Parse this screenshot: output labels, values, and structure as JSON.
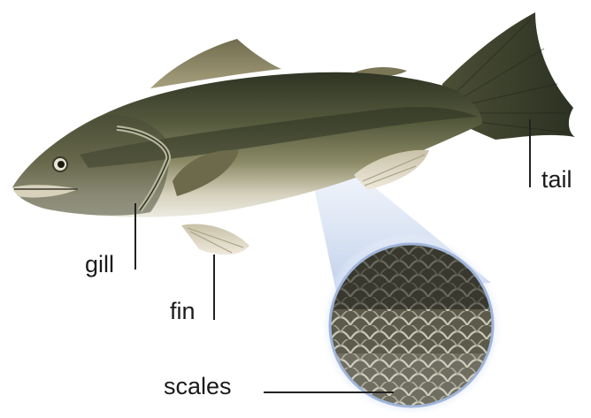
{
  "labels": {
    "gill": "gill",
    "fin": "fin",
    "tail": "tail",
    "scales": "scales"
  },
  "colors": {
    "body_dark": "#3f4430",
    "body_mid": "#7a7a55",
    "belly": "#d9d6c4",
    "fin": "#8a7e5c",
    "scale_zoom_edge": "#b9c9e6",
    "leader_line": "#222222"
  }
}
